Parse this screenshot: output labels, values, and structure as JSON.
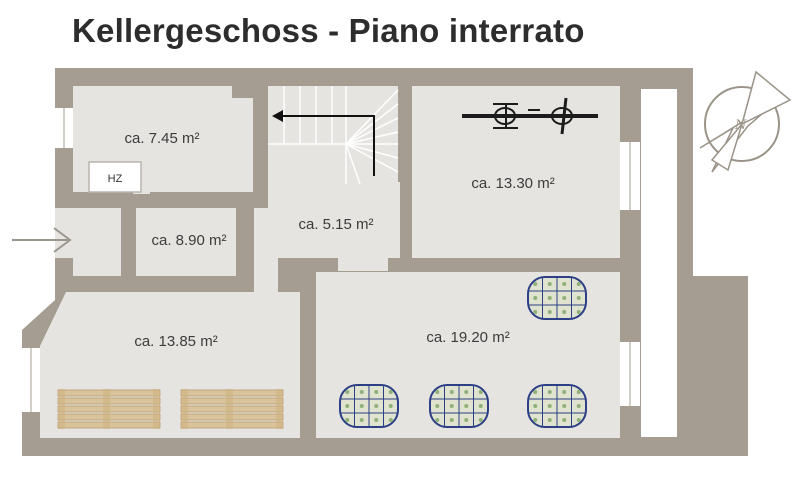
{
  "title": "Kellergeschoss - Piano interrato",
  "rooms": [
    {
      "id": "room-top-left",
      "area": "ca. 7.45 m²"
    },
    {
      "id": "room-storage-small",
      "area": "ca. 8.90 m²"
    },
    {
      "id": "room-corridor",
      "area": "ca. 5.15 m²"
    },
    {
      "id": "room-top-right",
      "area": "ca. 13.30 m²"
    },
    {
      "id": "room-bottom-left",
      "area": "ca. 13.85 m²"
    },
    {
      "id": "room-bottom-right",
      "area": "ca. 19.20 m²"
    }
  ],
  "heating_label": "HZ",
  "compass": {
    "label": "N"
  },
  "colors": {
    "wall": "#a59d92",
    "floor": "#e6e4e1",
    "table_stroke": "#2d3f86",
    "pallet": "#d9c39b",
    "window": "#ffffff"
  },
  "icons": [
    "entrance-arrow-icon",
    "stairs-arrow-icon",
    "bicycle-icon",
    "compass-icon",
    "table-chairs-icon",
    "pallet-icon",
    "heater-icon"
  ]
}
